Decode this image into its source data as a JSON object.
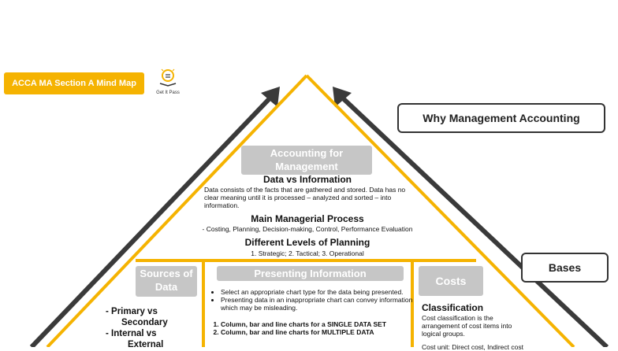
{
  "badge": {
    "title": "ACCA MA Section A Mind Map"
  },
  "logo": {
    "text": "Get It Pass",
    "icon": "lightbulb-book-icon"
  },
  "callouts": {
    "why": "Why Management Accounting",
    "bases": "Bases"
  },
  "top_section": {
    "header": "Accounting for Management",
    "data_vs_info": {
      "title": "Data vs Information",
      "body": "Data consists of the facts that are gathered and stored. Data has no clear meaning until it is processed – analyzed and sorted – into information."
    },
    "managerial_process": {
      "title": "Main Managerial Process",
      "body": "- Costing, Planning, Decision-making, Control, Performance Evaluation"
    },
    "planning_levels": {
      "title": "Different Levels of Planning",
      "body": "1. Strategic; 2. Tactical; 3. Operational"
    }
  },
  "sources": {
    "header": "Sources of Data",
    "items": [
      "-   Primary vs",
      "Secondary",
      "-   Internal vs",
      "External"
    ]
  },
  "presenting": {
    "header": "Presenting Information",
    "bullets": [
      "Select an appropriate chart type for the data being presented.",
      "Presenting data in an inappropriate chart can convey information which may be misleading."
    ],
    "numbered": [
      "Column, bar and line charts for a SINGLE DATA SET",
      "Column, bar and line charts for MULTIPLE DATA"
    ]
  },
  "costs": {
    "header": "Costs",
    "classification_title": "Classification",
    "classification_body": "Cost classification is the arrangement of cost items into logical groups.",
    "cut_text": "Cost unit: Direct cost, Indirect cost"
  },
  "colors": {
    "accent": "#f5b301",
    "arrow": "#3a3a3a",
    "header_gray": "#c6c6c6"
  }
}
